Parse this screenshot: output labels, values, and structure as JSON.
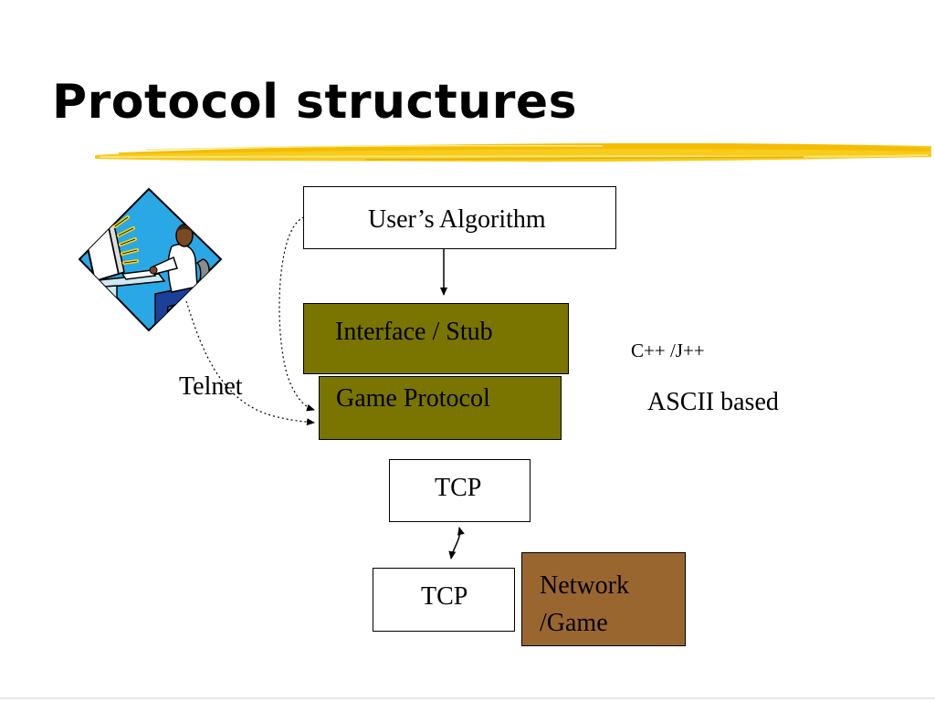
{
  "slide": {
    "title": "Protocol structures",
    "accent_color": "#f5c400"
  },
  "diagram": {
    "boxes": {
      "algorithm": "User’s Algorithm",
      "interface": "Interface / Stub",
      "game_protocol": "Game Protocol",
      "tcp_top": "TCP",
      "tcp_bottom": "TCP",
      "network_line1": "Network",
      "network_line2": "/Game"
    },
    "labels": {
      "telnet": "Telnet",
      "languages": "C++ /J++",
      "ascii": "ASCII based"
    },
    "colors": {
      "olive": "#7a7400",
      "brown": "#9a6630"
    },
    "icons": [
      "person-at-computer-icon"
    ]
  }
}
